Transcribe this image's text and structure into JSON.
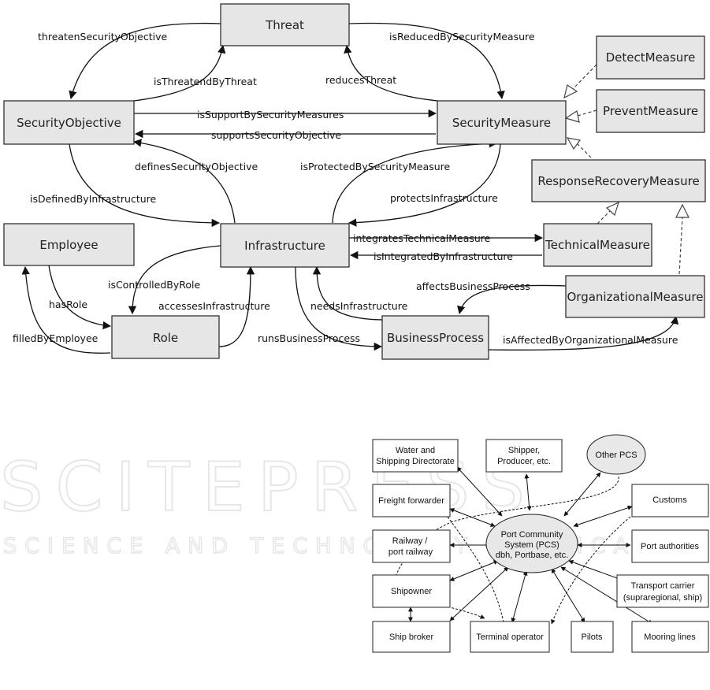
{
  "ontology": {
    "nodes": {
      "threat": "Threat",
      "security_objective": "SecurityObjective",
      "security_measure": "SecurityMeasure",
      "detect_measure": "DetectMeasure",
      "prevent_measure": "PreventMeasure",
      "response_recovery_measure": "ResponseRecoveryMeasure",
      "employee": "Employee",
      "infrastructure": "Infrastructure",
      "technical_measure": "TechnicalMeasure",
      "organizational_measure": "OrganizationalMeasure",
      "role": "Role",
      "business_process": "BusinessProcess"
    },
    "edges": {
      "threaten_security_objective": "threatenSecurityObjective",
      "is_threatend_by_threat": "isThreatendByThreat",
      "is_reduced_by_security_measure": "isReducedBySecurityMeasure",
      "reduces_threat": "reducesThreat",
      "is_support_by_security_measures": "isSupportBySecurityMeasures",
      "supports_security_objective": "supportsSecurityObjective",
      "defines_security_objective": "definesSecurityObjective",
      "is_defined_by_infrastructure": "isDefinedByInfrastructure",
      "is_protected_by_security_measure": "isProtectedBySecurityMeasure",
      "protects_infrastructure": "protectsInfrastructure",
      "integrates_technical_measure": "integratesTechnicalMeasure",
      "is_integrated_by_infrastructure": "isIntegratedByInfrastructure",
      "is_controlled_by_role": "isControlledByRole",
      "has_role": "hasRole",
      "accesses_infrastructure": "accessesInfrastructure",
      "filled_by_employee": "filledByEmployee",
      "affects_business_process": "affectsBusinessProcess",
      "needs_infrastructure": "needsInfrastructure",
      "runs_business_process": "runsBusinessProcess",
      "is_affected_by_organizational_measure": "isAffectedByOrganizationalMeasure"
    }
  },
  "pcs": {
    "center": [
      "Port Community",
      "System (PCS)",
      "dbh, Portbase, etc."
    ],
    "water_shipping": [
      "Water and",
      "Shipping Directorate"
    ],
    "shipper": [
      "Shipper,",
      "Producer, etc."
    ],
    "other_pcs": "Other PCS",
    "freight_forwarder": "Freight forwarder",
    "customs": "Customs",
    "railway": [
      "Railway /",
      "port railway"
    ],
    "port_authorities": "Port authorities",
    "shipowner": "Shipowner",
    "transport_carrier": [
      "Transport carrier",
      "(supraregional, ship)"
    ],
    "ship_broker": "Ship broker",
    "terminal_operator": "Terminal operator",
    "pilots": "Pilots",
    "mooring_lines": "Mooring lines"
  },
  "watermark": {
    "main": "SCITEPRESS",
    "sub": "SCIENCE AND TECHNOLOGY PUBLICATIONS"
  }
}
